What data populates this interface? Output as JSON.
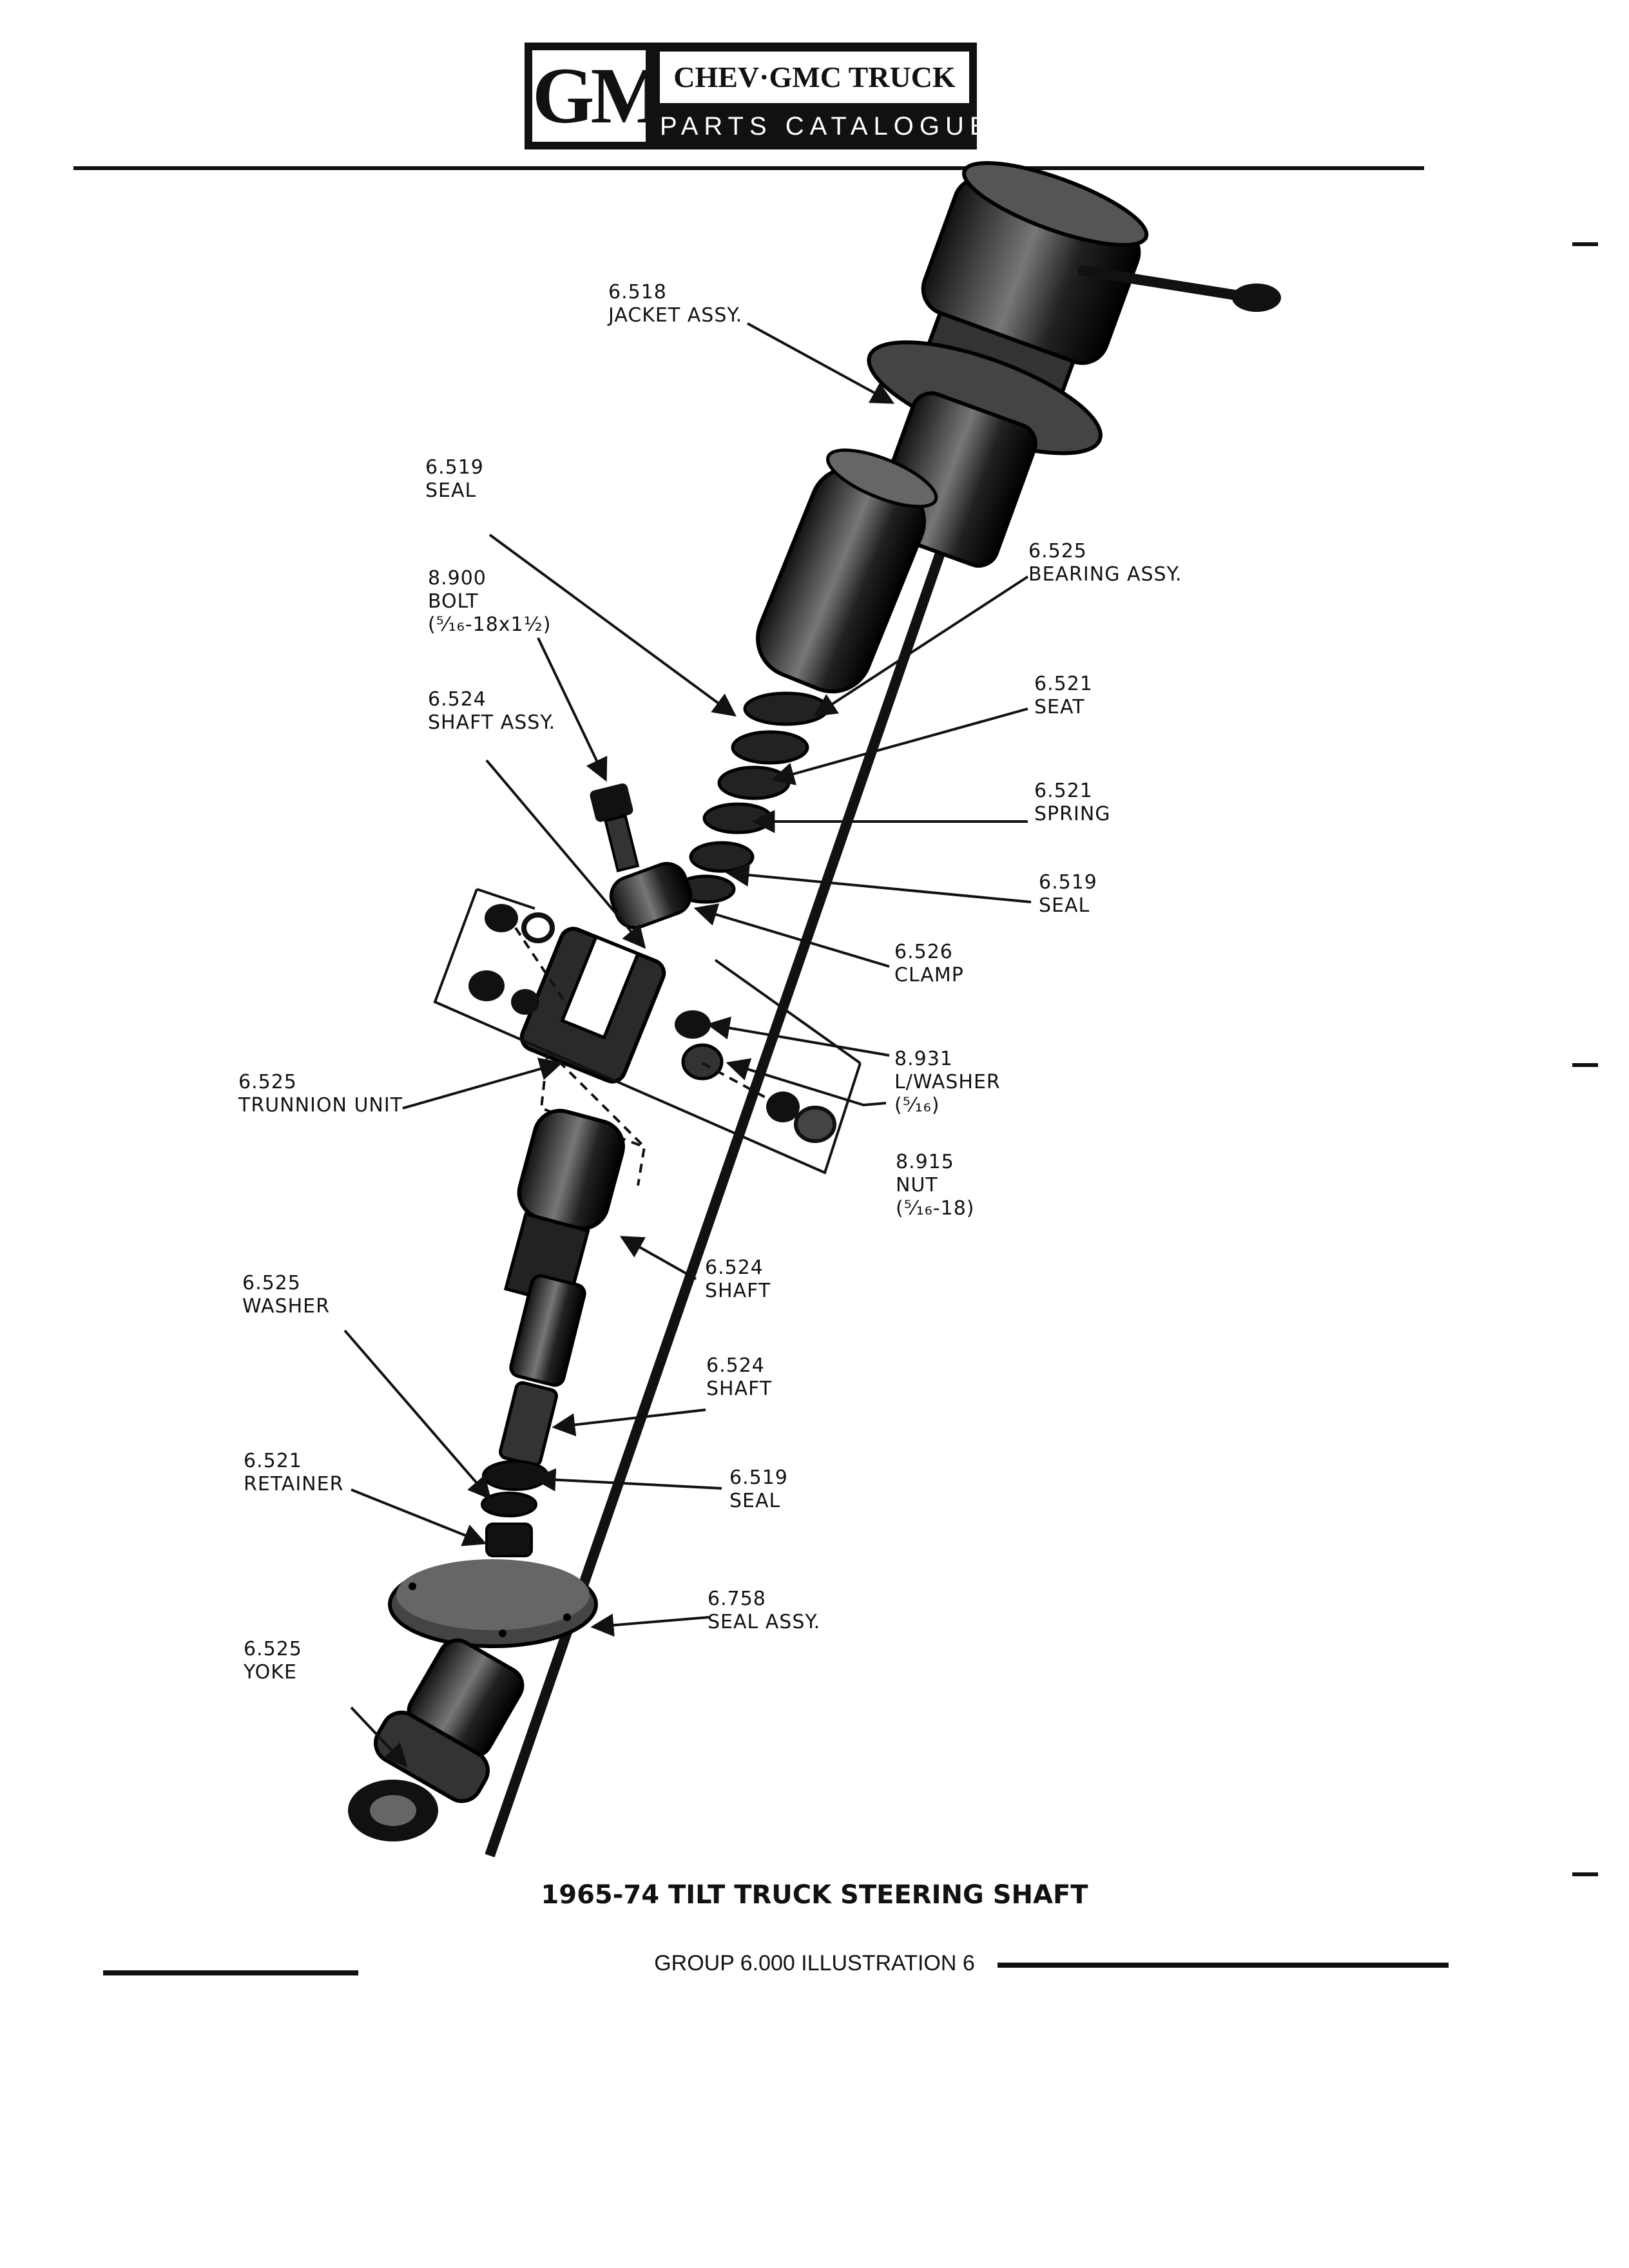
{
  "header": {
    "logo_text": "GM",
    "brand_line": "CHEV·GMC TRUCK",
    "catalogue_line": "PARTS CATALOGUE"
  },
  "parts": [
    {
      "number": "6.518",
      "lines": [
        "JACKET ASSY."
      ]
    },
    {
      "number": "6.519",
      "lines": [
        "SEAL"
      ]
    },
    {
      "number": "8.900",
      "lines": [
        "BOLT",
        "(⁵⁄₁₆-18x1½)"
      ]
    },
    {
      "number": "6.524",
      "lines": [
        "SHAFT ASSY."
      ]
    },
    {
      "number": "6.525",
      "lines": [
        "BEARING ASSY."
      ]
    },
    {
      "number": "6.521",
      "lines": [
        "SEAT"
      ]
    },
    {
      "number": "6.521",
      "lines": [
        "SPRING"
      ]
    },
    {
      "number": "6.519",
      "lines": [
        "SEAL"
      ]
    },
    {
      "number": "6.526",
      "lines": [
        "CLAMP"
      ]
    },
    {
      "number": "8.931",
      "lines": [
        "L/WASHER",
        "(⁵⁄₁₆)"
      ]
    },
    {
      "number": "8.915",
      "lines": [
        "NUT",
        "(⁵⁄₁₆-18)"
      ]
    },
    {
      "number": "6.525",
      "lines": [
        "TRUNNION UNIT"
      ]
    },
    {
      "number": "6.524",
      "lines": [
        "SHAFT"
      ]
    },
    {
      "number": "6.525",
      "lines": [
        "WASHER"
      ]
    },
    {
      "number": "6.524",
      "lines": [
        "SHAFT"
      ]
    },
    {
      "number": "6.521",
      "lines": [
        "RETAINER"
      ]
    },
    {
      "number": "6.519",
      "lines": [
        "SEAL"
      ]
    },
    {
      "number": "6.758",
      "lines": [
        "SEAL ASSY."
      ]
    },
    {
      "number": "6.525",
      "lines": [
        "YOKE"
      ]
    }
  ],
  "caption": "1965-74 TILT TRUCK STEERING SHAFT",
  "footer": "GROUP 6.000 ILLUSTRATION 6"
}
